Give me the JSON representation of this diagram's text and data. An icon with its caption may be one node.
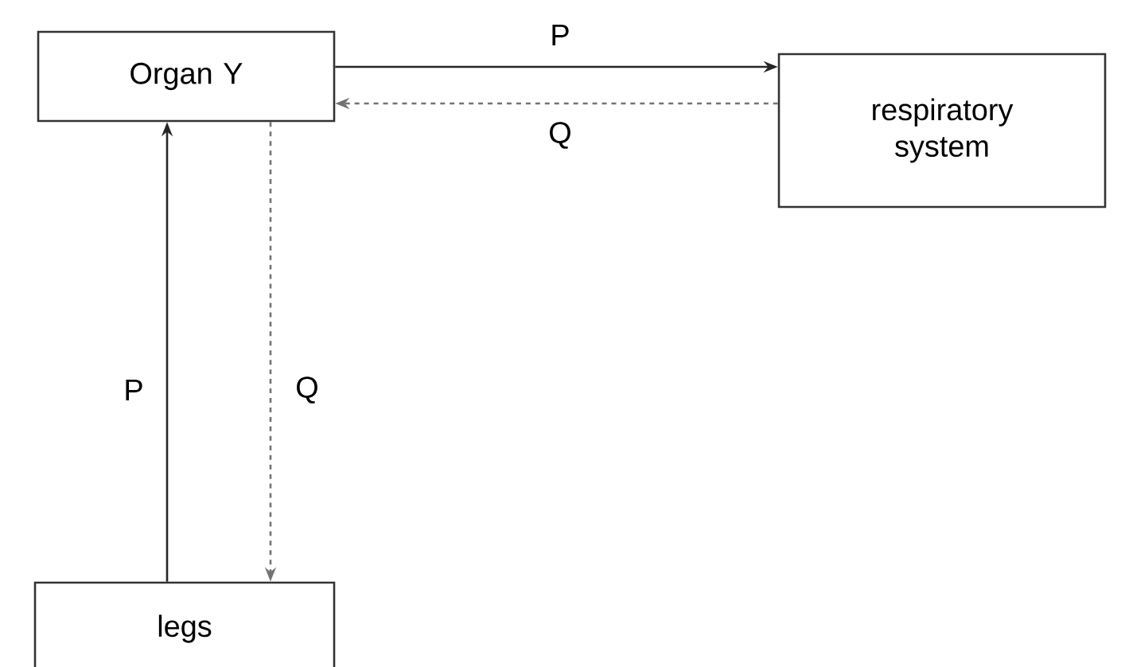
{
  "diagram": {
    "nodes": [
      {
        "text": [
          "Organ Y"
        ]
      },
      {
        "text": [
          "respiratory system"
        ]
      },
      {
        "text": [
          "legs"
        ]
      }
    ],
    "edges": [
      {
        "from": 0,
        "to": 1,
        "arrow": "to",
        "label": "P"
      },
      {
        "from": 1,
        "to": 0,
        "arrow": "to",
        "label": "Q",
        "style": "dashed"
      },
      {
        "from": 2,
        "to": 0,
        "arrow": "to",
        "label": "P"
      },
      {
        "from": 0,
        "to": 2,
        "arrow": "to",
        "label": "Q",
        "style": "dashed"
      }
    ]
  }
}
